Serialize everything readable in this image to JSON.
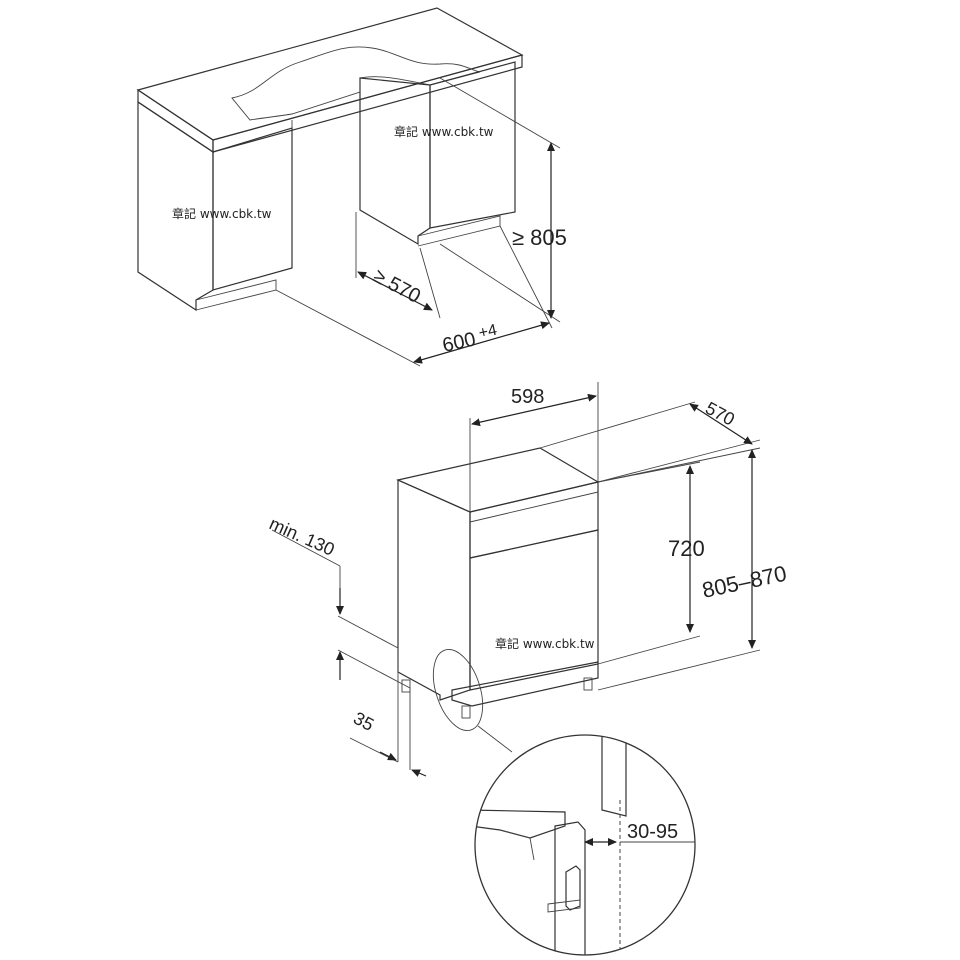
{
  "watermark": "章記 www.cbk.tw",
  "niche": {
    "height": "≥ 805",
    "depth": "≥ 570",
    "width_base": "600",
    "width_tol": "+4"
  },
  "appliance": {
    "width": "598",
    "depth": "570",
    "body_height": "720",
    "total_height": "805–870"
  },
  "plinth": {
    "min_height": "min. 130",
    "recess": "35"
  },
  "detail": {
    "range": "30-95"
  },
  "colors": {
    "countertop": "#eeeeee",
    "cabinet": "#e6e6e6",
    "appliance": "#ececec",
    "panel": "#e2e2e2",
    "line": "#333333"
  }
}
